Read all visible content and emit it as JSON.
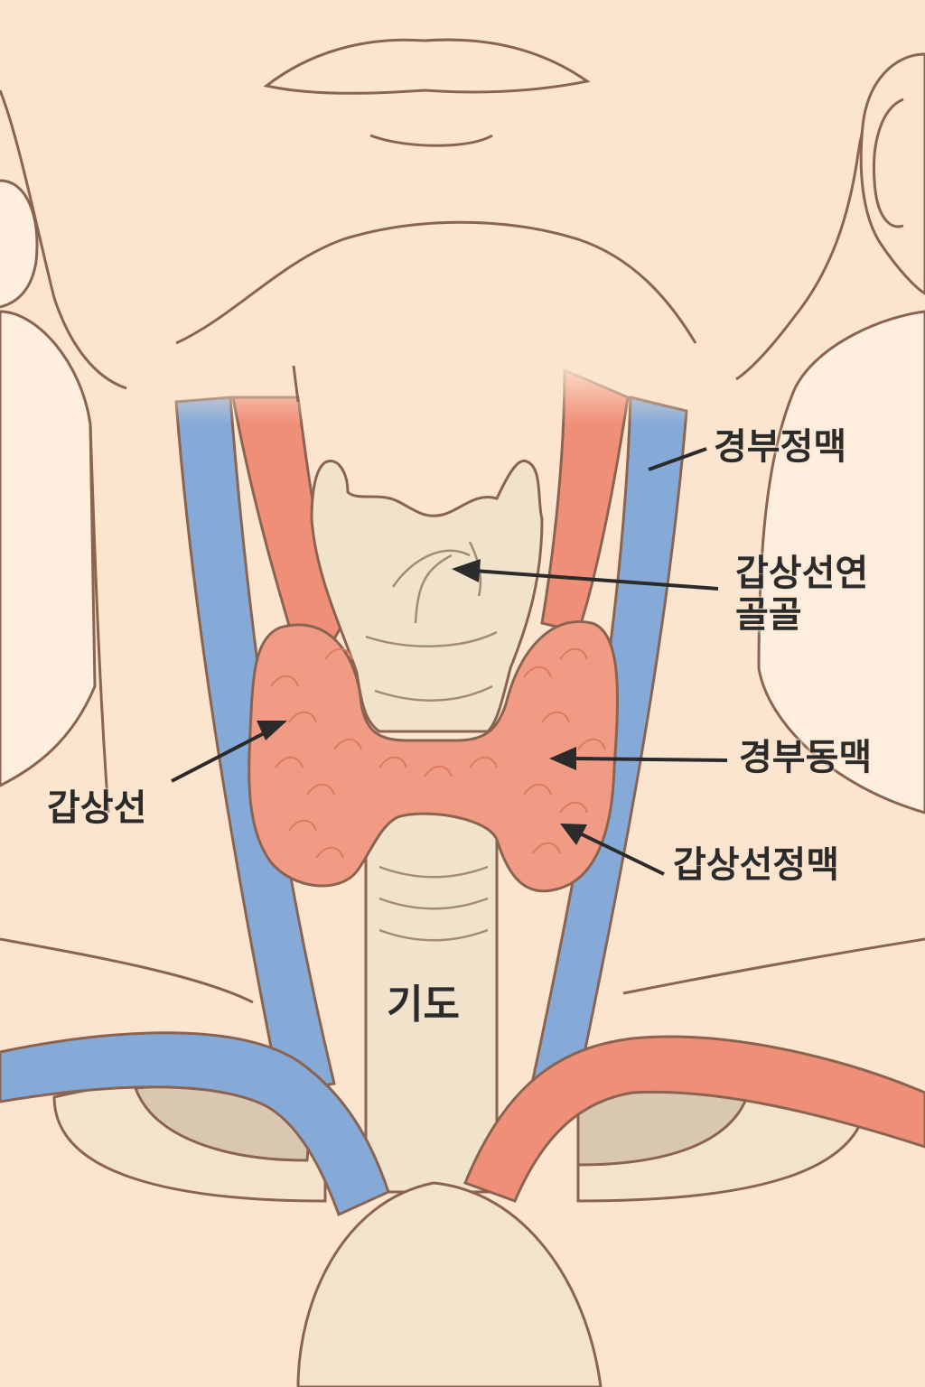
{
  "labels": {
    "jugular_vein": "경부정맥",
    "thyroid_cartilage_line1": "갑상선연",
    "thyroid_cartilage_line2": "골골",
    "carotid_artery": "경부동맥",
    "thyroid_vein": "갑상선정맥",
    "thyroid_gland": "갑상선",
    "trachea": "기도"
  },
  "colors": {
    "background": "#fbe5cf",
    "outline": "#8a6450",
    "vein": "#86aad8",
    "artery": "#f08f78",
    "thyroid": "#f19a84",
    "cartilage": "#f0e2cb",
    "bone_shadow": "#d9c7b2",
    "text": "#2b2b2b"
  }
}
